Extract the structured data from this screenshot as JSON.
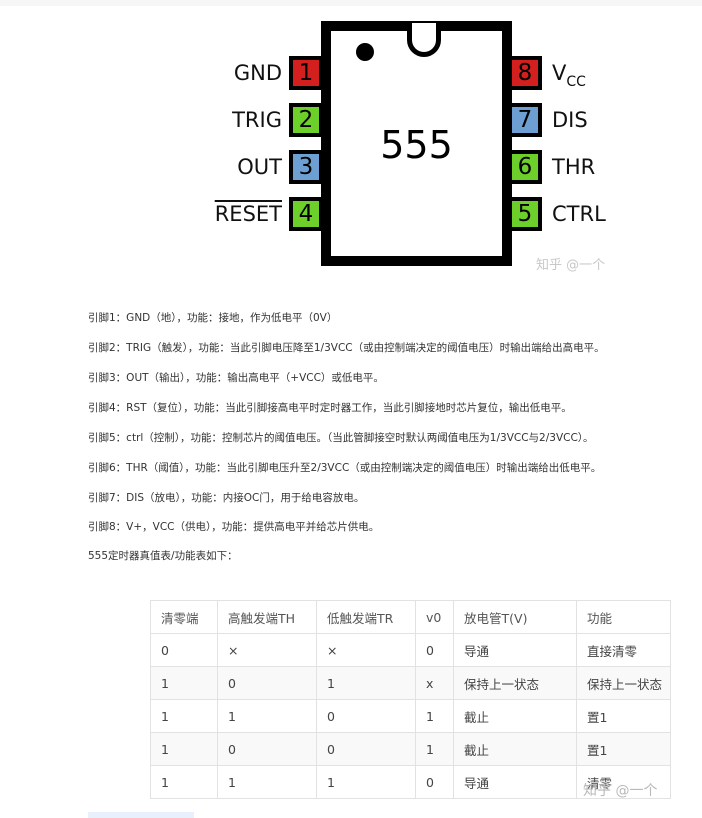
{
  "diagram": {
    "chip_label": "555",
    "pins_left": [
      {
        "num": "1",
        "name": "GND"
      },
      {
        "num": "2",
        "name": "TRIG"
      },
      {
        "num": "3",
        "name": "OUT"
      },
      {
        "num": "4",
        "name": "RESET"
      }
    ],
    "pins_right": [
      {
        "num": "8",
        "name": "V",
        "sub": "CC"
      },
      {
        "num": "7",
        "name": "DIS"
      },
      {
        "num": "6",
        "name": "THR"
      },
      {
        "num": "5",
        "name": "CTRL"
      }
    ],
    "colors": {
      "power": "#d41f1f",
      "signal": "#6ccf2a",
      "output": "#6d9fd2"
    },
    "watermark": "知乎 @一个"
  },
  "descriptions": [
    "引脚1：GND（地），功能：接地，作为低电平（0V）",
    "引脚2：TRIG（触发），功能：当此引脚电压降至1/3VCC（或由控制端决定的阈值电压）时输出端给出高电平。",
    "引脚3：OUT（输出），功能：输出高电平（+VCC）或低电平。",
    "引脚4：RST（复位），功能：当此引脚接高电平时定时器工作，当此引脚接地时芯片复位，输出低电平。",
    "引脚5：ctrl（控制），功能：控制芯片的阈值电压。（当此管脚接空时默认两阈值电压为1/3VCC与2/3VCC）。",
    "引脚6：THR（阈值），功能：当此引脚电压升至2/3VCC（或由控制端决定的阈值电压）时输出端给出低电平。",
    "引脚7：DIS（放电），功能：内接OC门，用于给电容放电。",
    "引脚8：V+，VCC（供电），功能：提供高电平并给芯片供电。",
    "555定时器真值表/功能表如下："
  ],
  "truth_table": {
    "headers": [
      "清零端",
      "高触发端TH",
      "低触发端TR",
      "v0",
      "放电管T(V)",
      "功能"
    ],
    "rows": [
      [
        "0",
        "×",
        "×",
        "0",
        "导通",
        "直接清零"
      ],
      [
        "1",
        "0",
        "1",
        "x",
        "保持上一状态",
        "保持上一状态"
      ],
      [
        "1",
        "1",
        "0",
        "1",
        "截止",
        "置1"
      ],
      [
        "1",
        "0",
        "0",
        "1",
        "截止",
        "置1"
      ],
      [
        "1",
        "1",
        "1",
        "0",
        "导通",
        "清零"
      ]
    ]
  },
  "watermark_bottom": "知乎 @一个"
}
